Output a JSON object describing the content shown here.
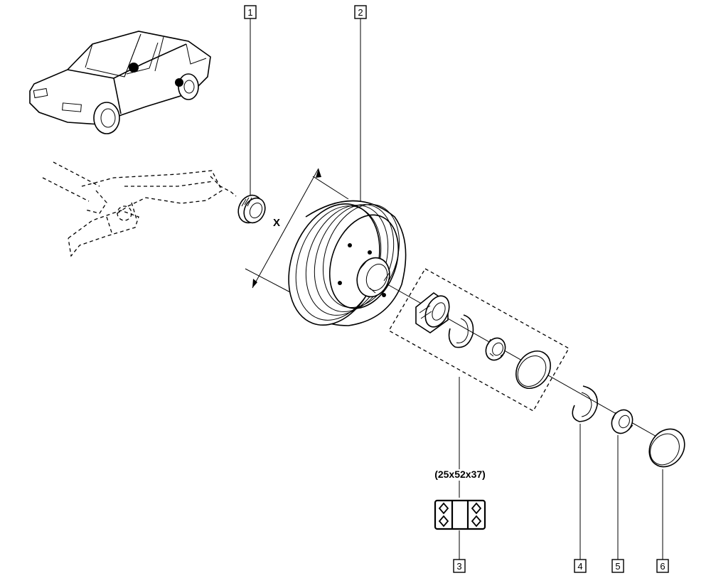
{
  "callouts": [
    {
      "id": "1",
      "label": "1"
    },
    {
      "id": "2",
      "label": "2"
    },
    {
      "id": "3",
      "label": "3"
    },
    {
      "id": "4",
      "label": "4"
    },
    {
      "id": "5",
      "label": "5"
    },
    {
      "id": "6",
      "label": "6"
    }
  ],
  "dimension_label": "X",
  "bearing_size": "(25x52x37)",
  "icons": {
    "car": "car-icon",
    "bearing_symbol": "bearing-symbol-icon"
  }
}
